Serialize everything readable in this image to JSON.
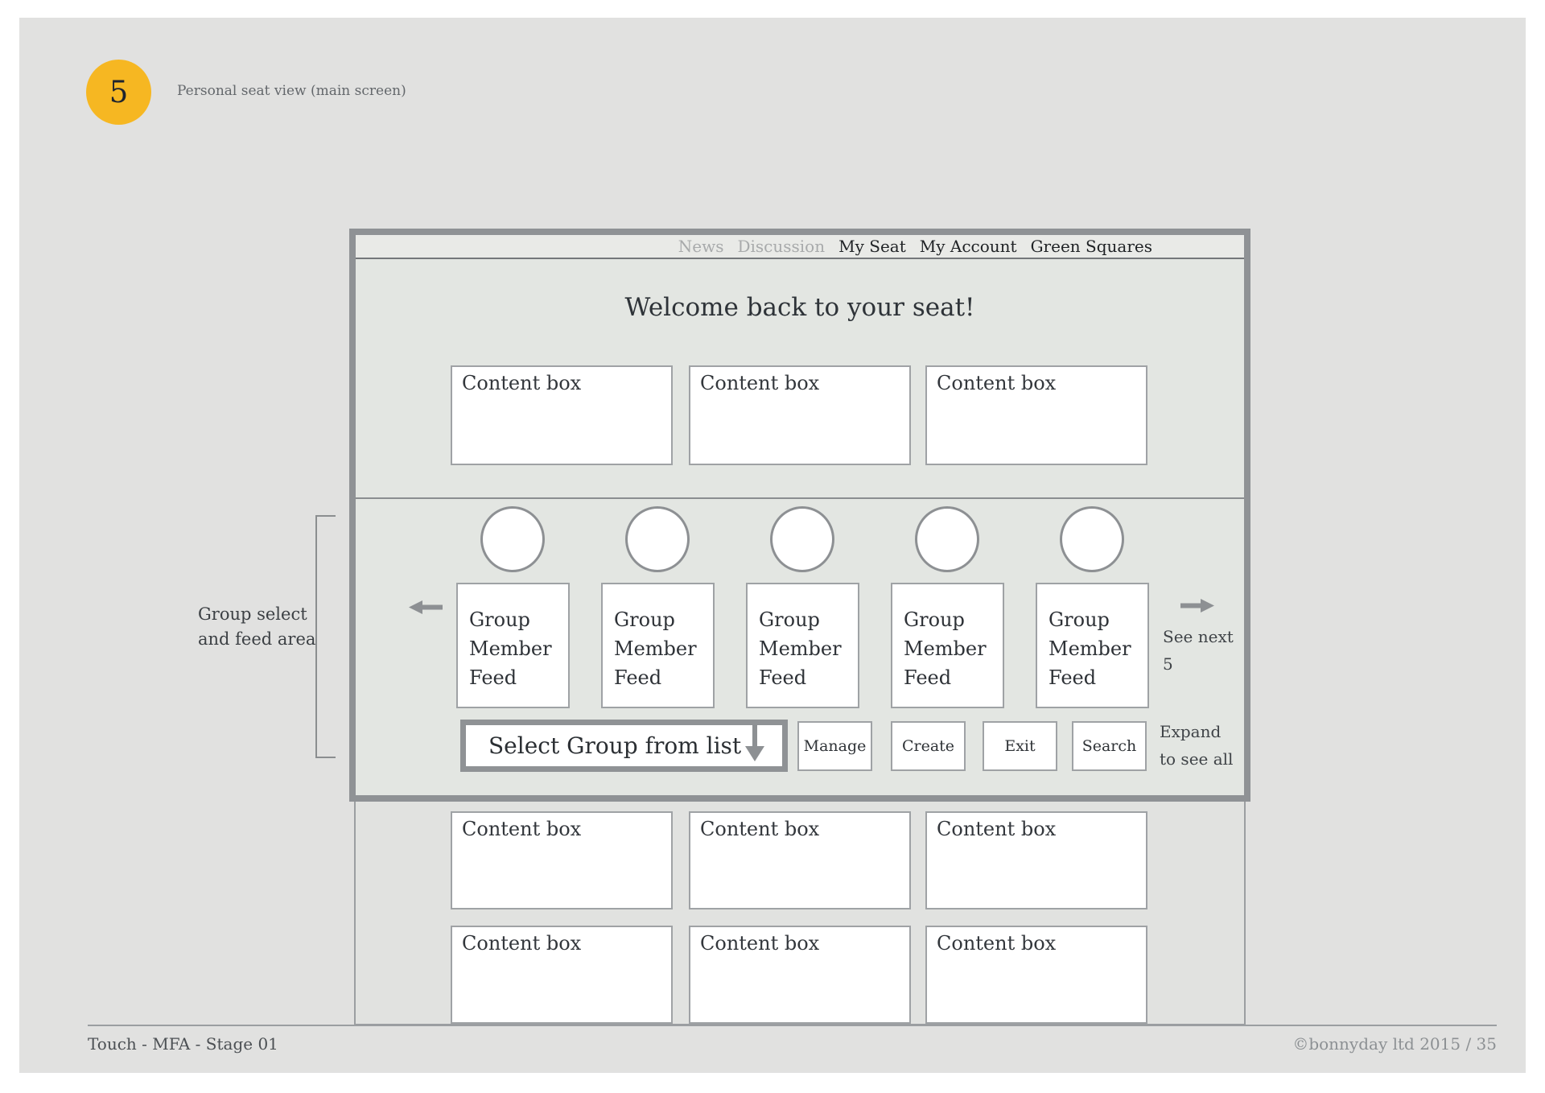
{
  "slide": {
    "step_number": "5",
    "step_label": "Personal seat view (main screen)",
    "accent_color": "#f6b722"
  },
  "nav": {
    "items": [
      {
        "label": "News",
        "state": "muted"
      },
      {
        "label": "Discussion",
        "state": "muted"
      },
      {
        "label": "My Seat",
        "state": "active"
      },
      {
        "label": "My Account",
        "state": "active"
      },
      {
        "label": "Green Squares",
        "state": "active"
      }
    ]
  },
  "main": {
    "welcome_heading": "Welcome back to your seat!",
    "top_content_boxes": [
      "Content box",
      "Content box",
      "Content box"
    ],
    "group_cards": [
      {
        "label": "Group Member Feed"
      },
      {
        "label": "Group Member Feed"
      },
      {
        "label": "Group Member Feed"
      },
      {
        "label": "Group Member Feed"
      },
      {
        "label": "Group Member Feed"
      }
    ],
    "see_next_label": "See next 5",
    "group_select_label": "Select Group from list",
    "action_buttons": [
      "Manage",
      "Create",
      "Exit",
      "Search"
    ],
    "expand_label_line1": "Expand",
    "expand_label_line2": "to see all"
  },
  "annotation": {
    "line1": "Group select",
    "line2": "and feed area"
  },
  "bottom_content_boxes": [
    "Content box",
    "Content box",
    "Content box",
    "Content box",
    "Content box",
    "Content box"
  ],
  "footer": {
    "left": "Touch - MFA - Stage 01",
    "right": "©bonnyday ltd 2015  /  35"
  }
}
